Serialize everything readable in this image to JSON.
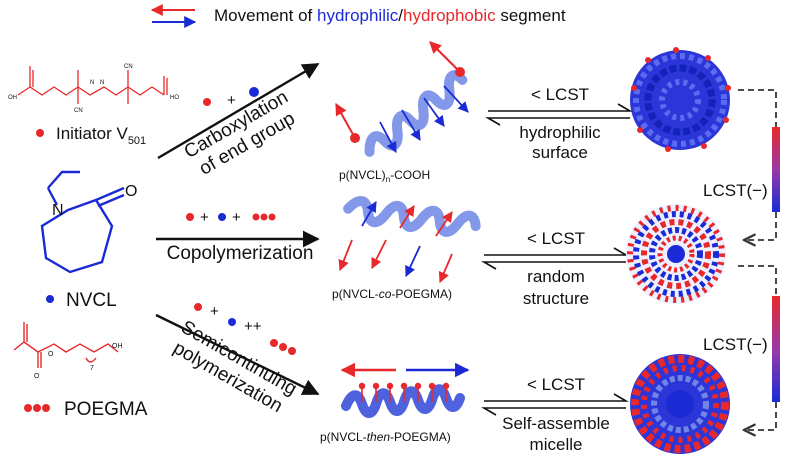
{
  "legend": {
    "prefix": "Movement of ",
    "hydrophilic": "hydrophilic",
    "slash": "/",
    "hydrophobic": "hydrophobic",
    "suffix": " segment"
  },
  "monomers": {
    "initiator": "Initiator V",
    "initiator_sub": "501",
    "nvcl": "NVCL",
    "poegma": "POEGMA",
    "nvcl_ring_atoms": [
      "N",
      "O"
    ],
    "initiator_atoms": [
      "OH",
      "N",
      "N",
      "CN",
      "CN",
      "HO"
    ],
    "poegma_atoms": [
      "O",
      "O",
      "OH",
      "7"
    ]
  },
  "routes": [
    {
      "process": [
        "Carboxylation",
        "of end group"
      ],
      "reagents": "+",
      "product": "p(NVCL)",
      "product_sub": "n",
      "product_suffix": "-COOH",
      "condition": "< LCST",
      "result": [
        "hydrophilic",
        "surface"
      ]
    },
    {
      "process": [
        "Copolymerization"
      ],
      "reagents": "+ +",
      "product_pre": "p(NVCL-",
      "product_italic": "co",
      "product_post": "-POEGMA)",
      "condition": "< LCST",
      "result": [
        "random",
        "structure"
      ]
    },
    {
      "process": [
        "Semicontinuing",
        "polymerization"
      ],
      "reagents": "+ ++",
      "product_pre": "p(NVCL-",
      "product_italic": "then",
      "product_post": "-POEGMA)",
      "condition": "< LCST",
      "result": [
        "Self-assemble",
        "micelle"
      ]
    }
  ],
  "lcst_labels": [
    "LCST(−)",
    "LCST(−)"
  ],
  "colors": {
    "hydrophilic": "#1a2bd6",
    "hydrophobic": "#e8282a",
    "helix": "#6f86e6",
    "text": "#111111"
  }
}
